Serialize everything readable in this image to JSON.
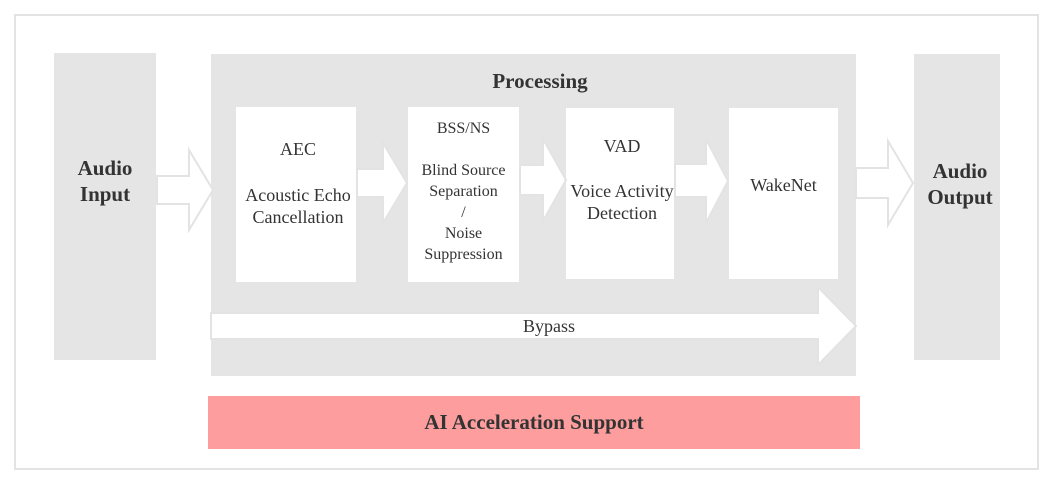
{
  "colors": {
    "block_gray": "#e5e5e5",
    "stage_white": "#ffffff",
    "ai_bar": "#fd9d9d",
    "text": "#333333",
    "border": "#e3e3e3"
  },
  "audio_input": {
    "line1": "Audio",
    "line2": "Input"
  },
  "audio_output": {
    "line1": "Audio",
    "line2": "Output"
  },
  "processing": {
    "title": "Processing"
  },
  "stages": {
    "aec": {
      "title": "AEC",
      "line1": "Acoustic Echo",
      "line2": "Cancellation"
    },
    "bss": {
      "title": "BSS/NS",
      "line1": "Blind Source",
      "line2": "Separation",
      "line3": "/",
      "line4": "Noise",
      "line5": "Suppression"
    },
    "vad": {
      "title": "VAD",
      "line1": "Voice Activity",
      "line2": "Detection"
    },
    "wakenet": {
      "title": "WakeNet"
    }
  },
  "bypass": {
    "label": "Bypass"
  },
  "ai_support": {
    "label": "AI Acceleration Support"
  }
}
